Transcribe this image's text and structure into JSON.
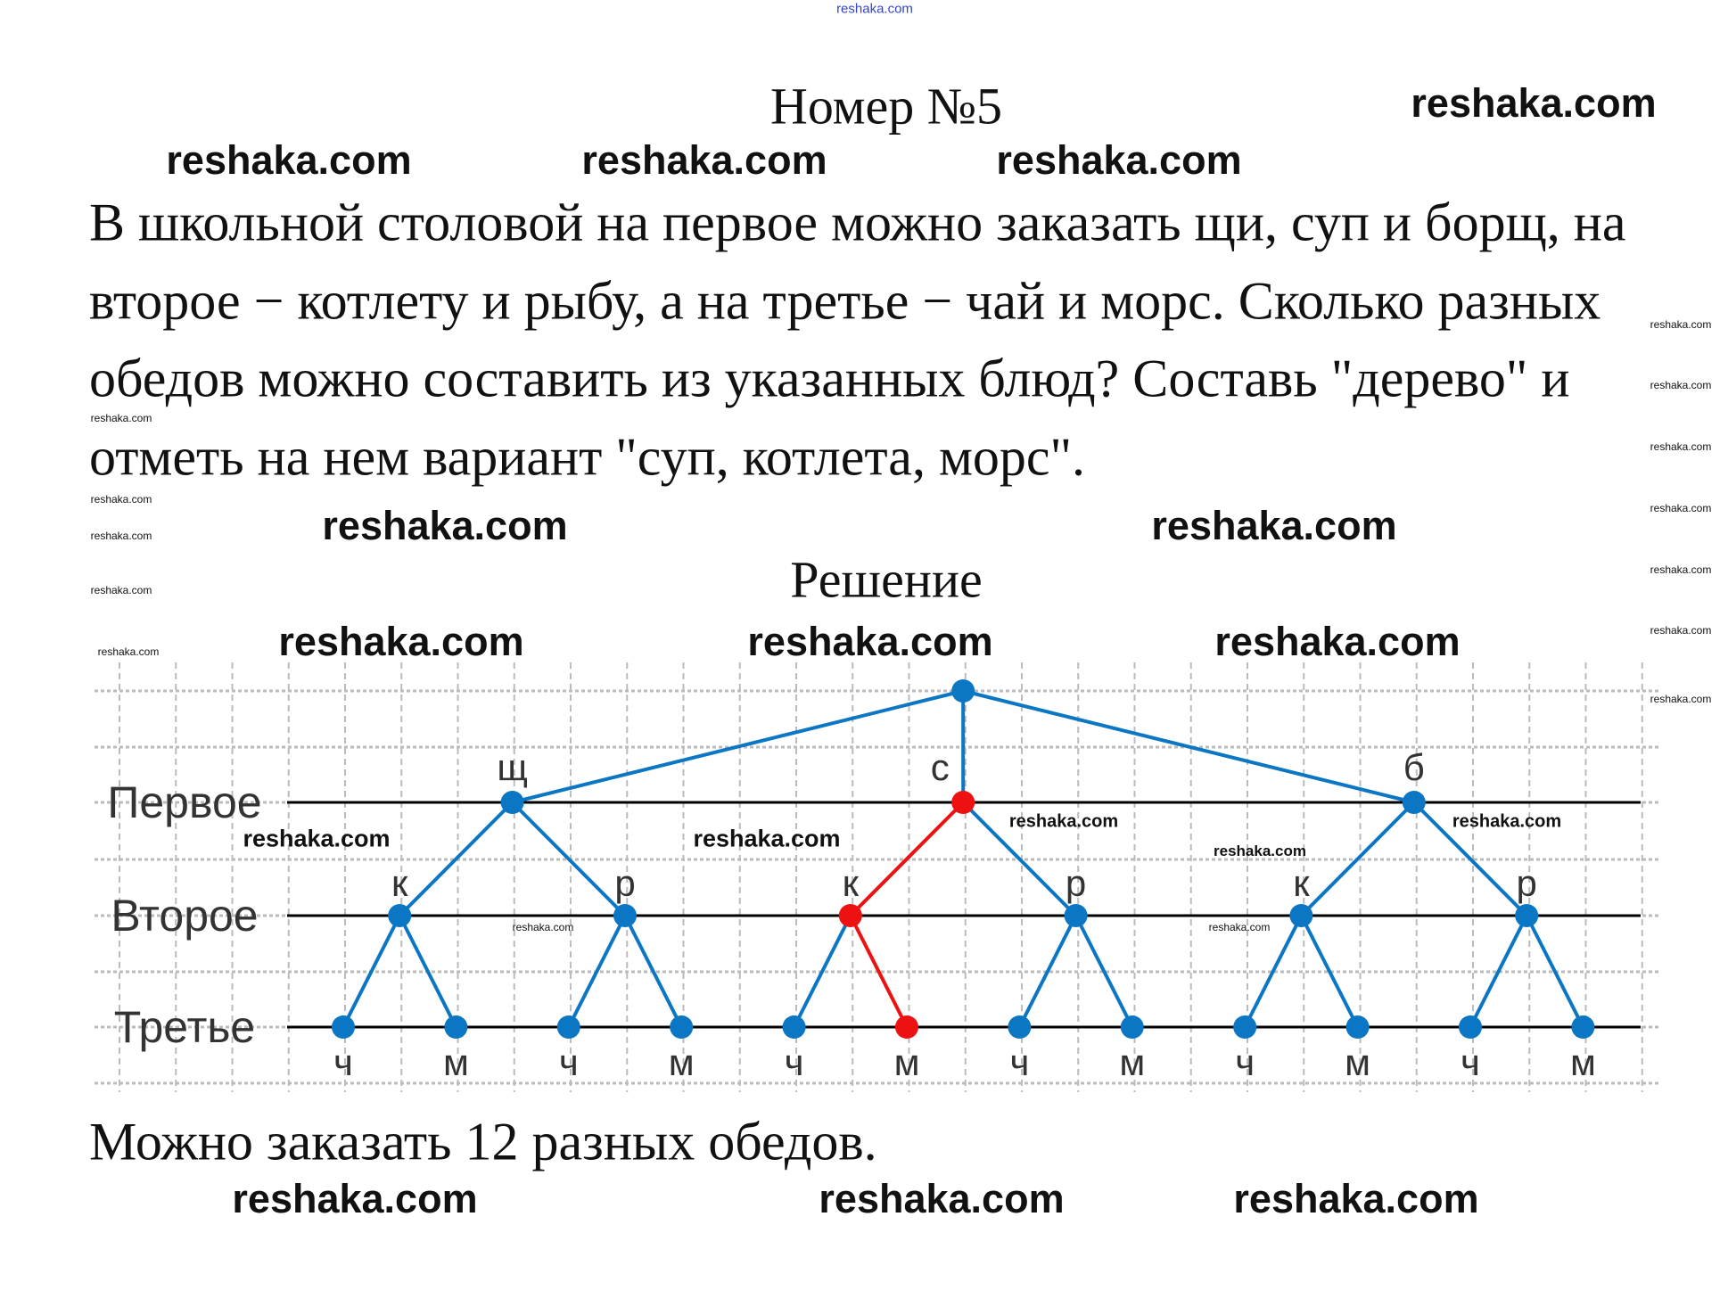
{
  "title": "Номер №5",
  "problem_lines": [
    "В школьной столовой на первое можно заказать щи, суп и борщ, на",
    "второе − котлету и рыбу, а на третье − чай и морс. Сколько разных",
    "обедов можно составить из указанных блюд? Составь \"дерево\" и",
    "отметь на нем вариант \"суп, котлета, морс\"."
  ],
  "solution_heading": "Решение",
  "answer": "Можно заказать 12 разных обедов.",
  "watermark": "reshaka.com",
  "tree": {
    "row_labels": [
      "Первое",
      "Второе",
      "Третье"
    ],
    "first": [
      "щ",
      "с",
      "б"
    ],
    "second": [
      "к",
      "р"
    ],
    "third": [
      "ч",
      "м"
    ],
    "highlight_path": [
      "с",
      "к",
      "м"
    ],
    "colors": {
      "edge": "#0a76c4",
      "highlight": "#ee1111",
      "level_line": "#000000",
      "grid": "#bbbbbb"
    }
  }
}
